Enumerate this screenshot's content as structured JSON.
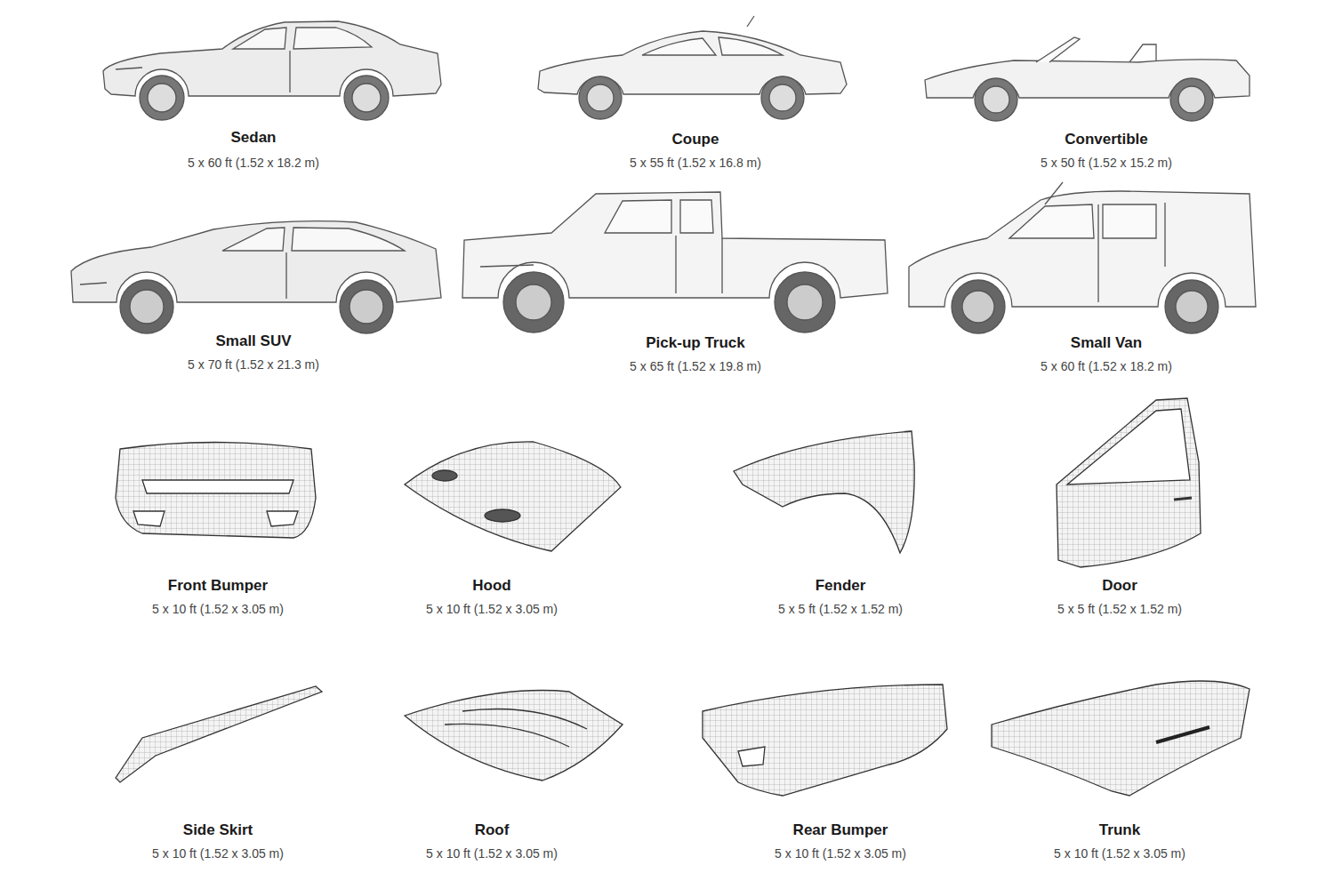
{
  "diagram": {
    "labels": [
      "Sedan",
      "5 x 60 ft (1.52 x 18.2 m)",
      "Coupe",
      "5 x 55 ft (1.52 x 16.8 m)",
      "Convertible",
      "5 x 50 ft (1.52 x 15.2 m)",
      "Small SUV",
      "5 x 70 ft (1.52 x 21.3 m)",
      "Pick-up Truck",
      "5 x 65 ft (1.52 x 19.8 m)",
      "Small Van",
      "5 x 60 ft (1.52 x 18.2 m)",
      "Front Bumper",
      "5 x 10 ft (1.52 x 3.05 m)",
      "Hood",
      "5 x 10 ft (1.52 x 3.05 m)",
      "Fender",
      "5 x 5 ft (1.52 x 1.52 m)",
      "Door",
      "5 x 5 ft (1.52 x 1.52 m)",
      "Side Skirt",
      "5 x 10 ft (1.52 x 3.05 m)",
      "Roof",
      "5 x 10 ft (1.52 x 3.05 m)",
      "Rear Bumper",
      "5 x 10 ft (1.52 x 3.05 m)",
      "Trunk",
      "5 x 10 ft (1.52 x 3.05 m)"
    ]
  }
}
